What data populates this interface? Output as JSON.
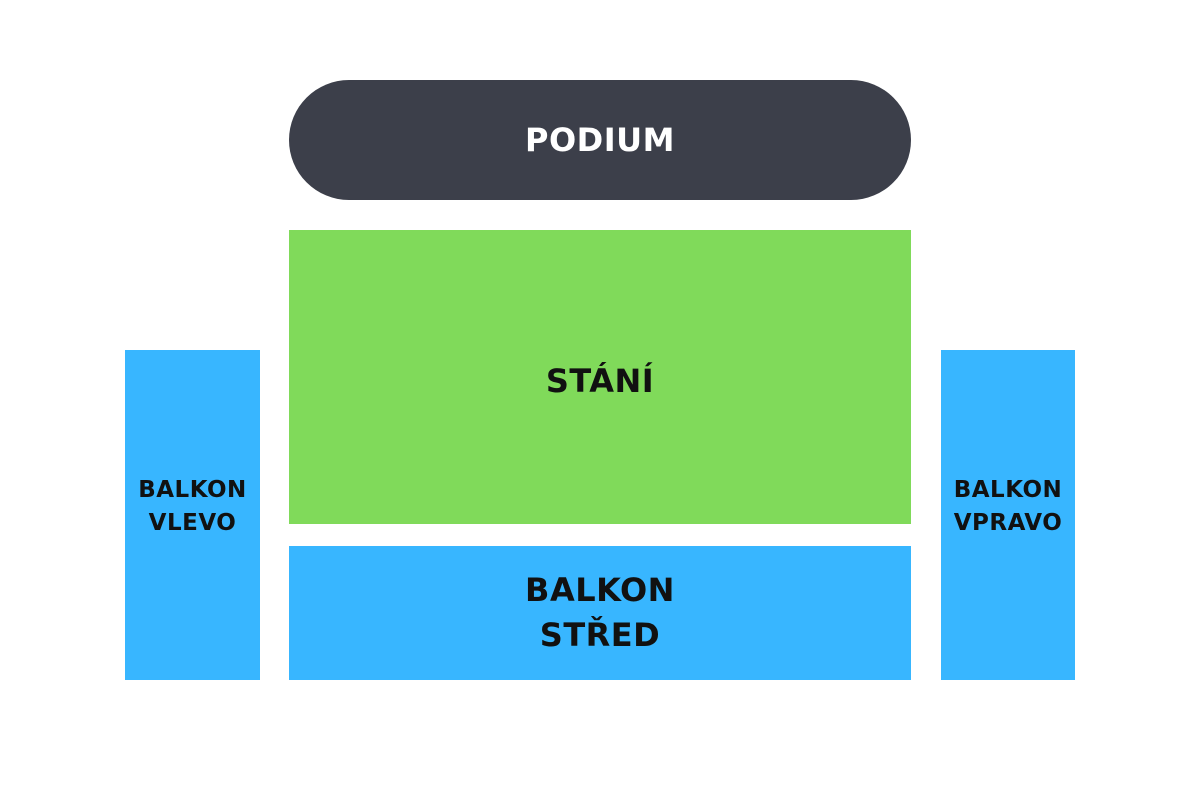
{
  "colors": {
    "podium": "#3c3f4a",
    "standing": "#80da5a",
    "balcony": "#38b6ff",
    "background": "#ffffff"
  },
  "zones": {
    "podium": {
      "label": "PODIUM"
    },
    "stani": {
      "label": "STÁNÍ"
    },
    "balkon_stred": {
      "line1": "BALKON",
      "line2": "STŘED"
    },
    "balkon_vlevo": {
      "line1": "BALKON",
      "line2": "VLEVO"
    },
    "balkon_vpravo": {
      "line1": "BALKON",
      "line2": "VPRAVO"
    }
  }
}
